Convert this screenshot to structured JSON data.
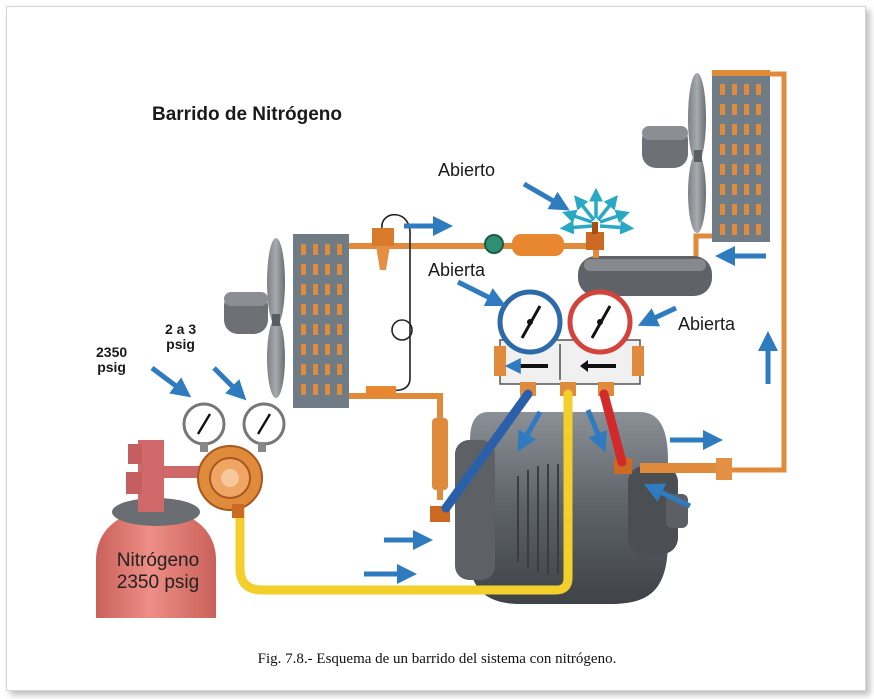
{
  "diagram": {
    "title": "Barrido de Nitrógeno",
    "labels": {
      "open_top": "Abierto",
      "open_left": "Abierta",
      "open_right": "Abierta",
      "pressure_high": "2350\npsig",
      "pressure_low": "2 a 3\npsig",
      "tank": "Nitrógeno\n2350 psig"
    }
  },
  "caption": "Fig. 7.8.- Esquema de un barrido del sistema con nitrógeno.",
  "colors": {
    "arrow": "#2f7bbf",
    "pipe": "#e08a3c",
    "hose_yellow": "#f2cf2a",
    "hose_blue": "#2b5faa",
    "hose_red": "#d22a2a",
    "tank": "#e07a72",
    "machine": "#6e7378",
    "coil": "#6f7c86"
  }
}
